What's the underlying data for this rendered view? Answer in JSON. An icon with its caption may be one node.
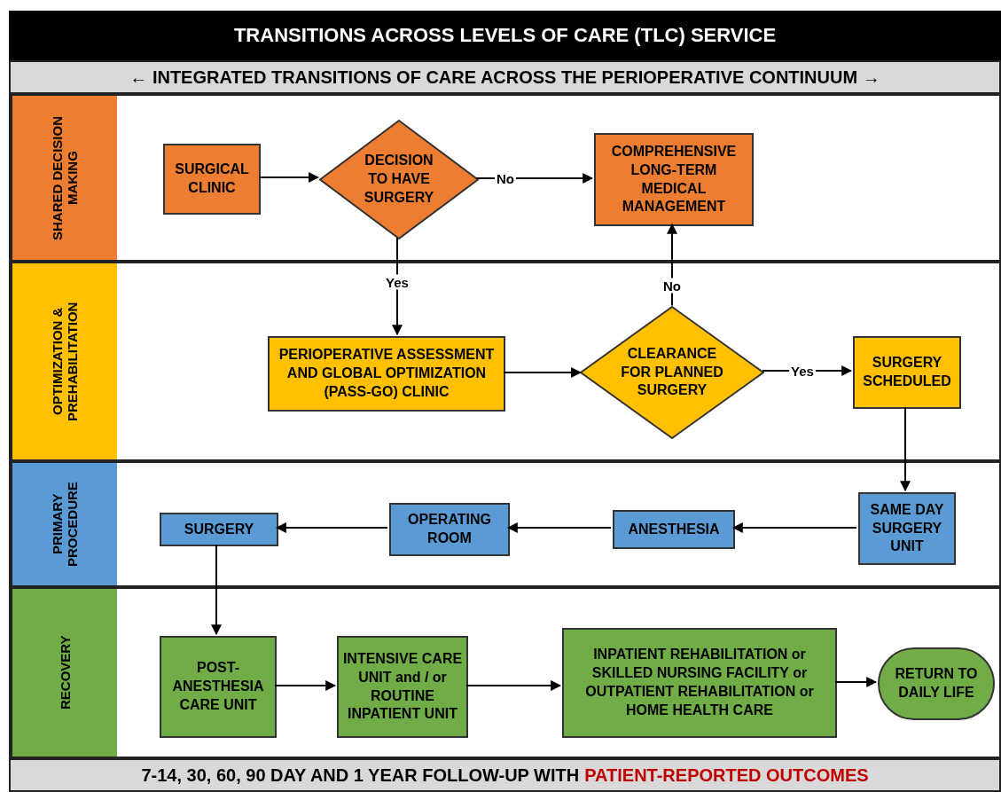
{
  "diagram": {
    "title": "TRANSITIONS ACROSS LEVELS OF CARE (TLC) SERVICE",
    "nodes": [
      {
        "text": [
          "SHARED DECISION MAKING"
        ]
      },
      {
        "text": [
          "SURGICAL CLINIC"
        ],
        "in": 0
      },
      {
        "text": [
          "DECISION TO HAVE SURGERY"
        ],
        "in": 0
      },
      {
        "text": [
          "COMPREHENSIVE LONG-TERM MEDICAL MANAGEMENT"
        ],
        "in": 0
      },
      {
        "text": [
          "OPTIMIZATION & PREHABILITATION"
        ]
      },
      {
        "text": [
          "PERIOPERATIVE ASSESSMENT AND GLOBAL OPTIMIZATION (PASS-GO) CLINIC"
        ],
        "in": 4
      },
      {
        "text": [
          "CLEARANCE FOR PLANNED SURGERY"
        ],
        "in": 4
      },
      {
        "text": [
          "SURGERY SCHEDULED"
        ],
        "in": 4
      },
      {
        "text": [
          "PRIMARY PROCEDURE"
        ]
      },
      {
        "text": [
          "SURGERY"
        ],
        "in": 8
      },
      {
        "text": [
          "OPERATING ROOM"
        ],
        "in": 8
      },
      {
        "text": [
          "ANESTHESIA"
        ],
        "in": 8
      },
      {
        "text": [
          "SAME DAY SURGERY UNIT"
        ],
        "in": 8
      },
      {
        "text": [
          "RECOVERY"
        ]
      },
      {
        "text": [
          "POST-ANESTHESIA CARE UNIT"
        ],
        "in": 13
      },
      {
        "text": [
          "INTENSIVE CARE UNIT and / or ROUTINE INPATIENT UNIT"
        ],
        "in": 13
      },
      {
        "text": [
          "INPATIENT REHABILITATION or SKILLED NURSING FACILITY or OUTPATIENT REHABILITATION or HOME HEALTH CARE"
        ],
        "in": 13
      },
      {
        "text": [
          "RETURN TO DAILY LIFE"
        ],
        "in": 13
      }
    ],
    "edges": [
      {
        "from": 1,
        "to": 2,
        "arrow": "to"
      },
      {
        "from": 2,
        "to": 3,
        "arrow": "to",
        "label": "No"
      },
      {
        "from": 2,
        "to": 5,
        "arrow": "to",
        "label": "Yes"
      },
      {
        "from": 5,
        "to": 6,
        "arrow": "to"
      },
      {
        "from": 6,
        "to": 3,
        "arrow": "to",
        "label": "No"
      },
      {
        "from": 6,
        "to": 7,
        "arrow": "to",
        "label": "Yes"
      },
      {
        "from": 7,
        "to": 12,
        "arrow": "to"
      },
      {
        "from": 12,
        "to": 11,
        "arrow": "to"
      },
      {
        "from": 11,
        "to": 10,
        "arrow": "to"
      },
      {
        "from": 10,
        "to": 9,
        "arrow": "to"
      },
      {
        "from": 9,
        "to": 14,
        "arrow": "to"
      },
      {
        "from": 14,
        "to": 15,
        "arrow": "to"
      },
      {
        "from": 15,
        "to": 16,
        "arrow": "to"
      },
      {
        "from": 16,
        "to": 17,
        "arrow": "to"
      }
    ],
    "labels": [
      "← INTEGRATED TRANSITIONS OF CARE ACROSS THE PERIOPERATIVE CONTINUUM →",
      "7-14, 30, 60, 90 DAY AND 1 YEAR FOLLOW-UP WITH",
      "PATIENT-REPORTED OUTCOMES"
    ]
  }
}
